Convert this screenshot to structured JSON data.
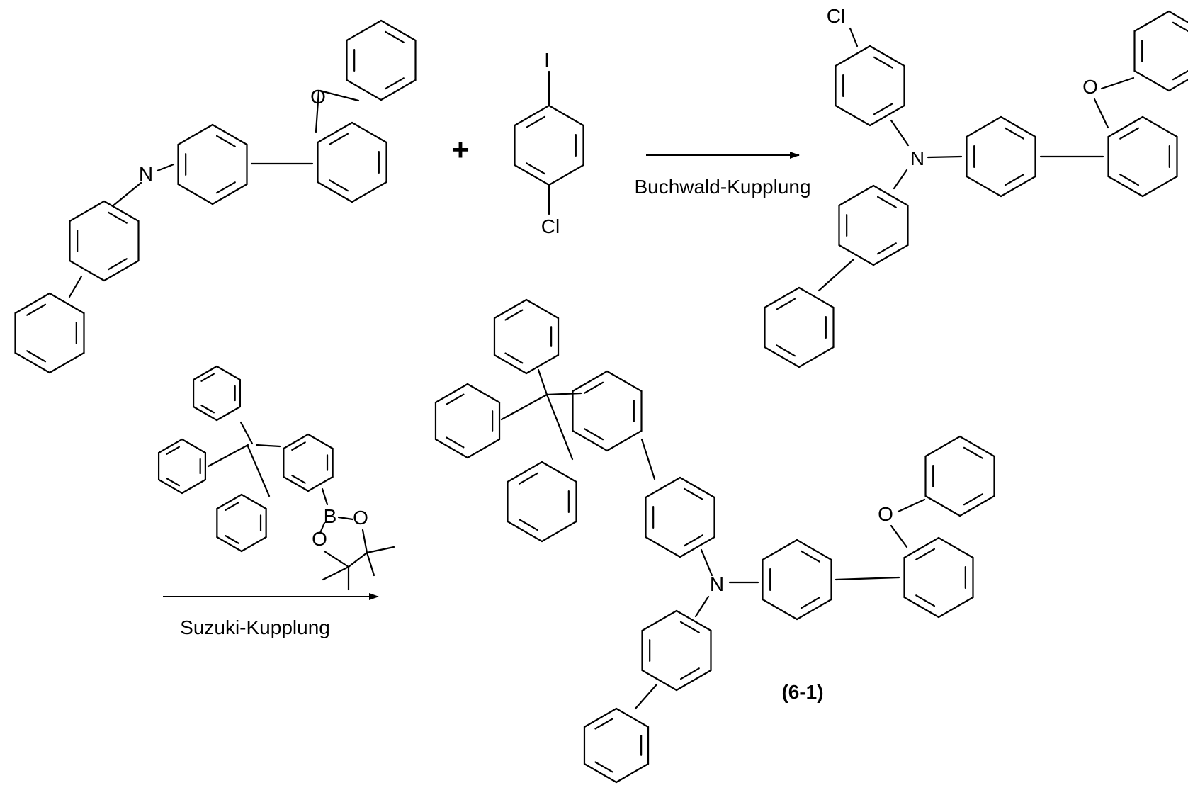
{
  "reaction_scheme": {
    "plus_sign": "+",
    "step1": {
      "condition": "Buchwald-Kupplung",
      "reagent_atoms": {
        "iodine": "I",
        "chlorine": "Cl"
      },
      "start_atoms": {
        "nitrogen": "N",
        "oxygen": "O"
      },
      "product_atoms": {
        "chlorine": "Cl",
        "nitrogen": "N",
        "oxygen": "O"
      }
    },
    "step2": {
      "condition": "Suzuki-Kupplung",
      "reagent_atoms": {
        "boron": "B",
        "oxygen_1": "O",
        "oxygen_2": "O"
      },
      "product_atoms": {
        "nitrogen": "N",
        "oxygen": "O"
      },
      "product_label": "(6-1)"
    }
  }
}
